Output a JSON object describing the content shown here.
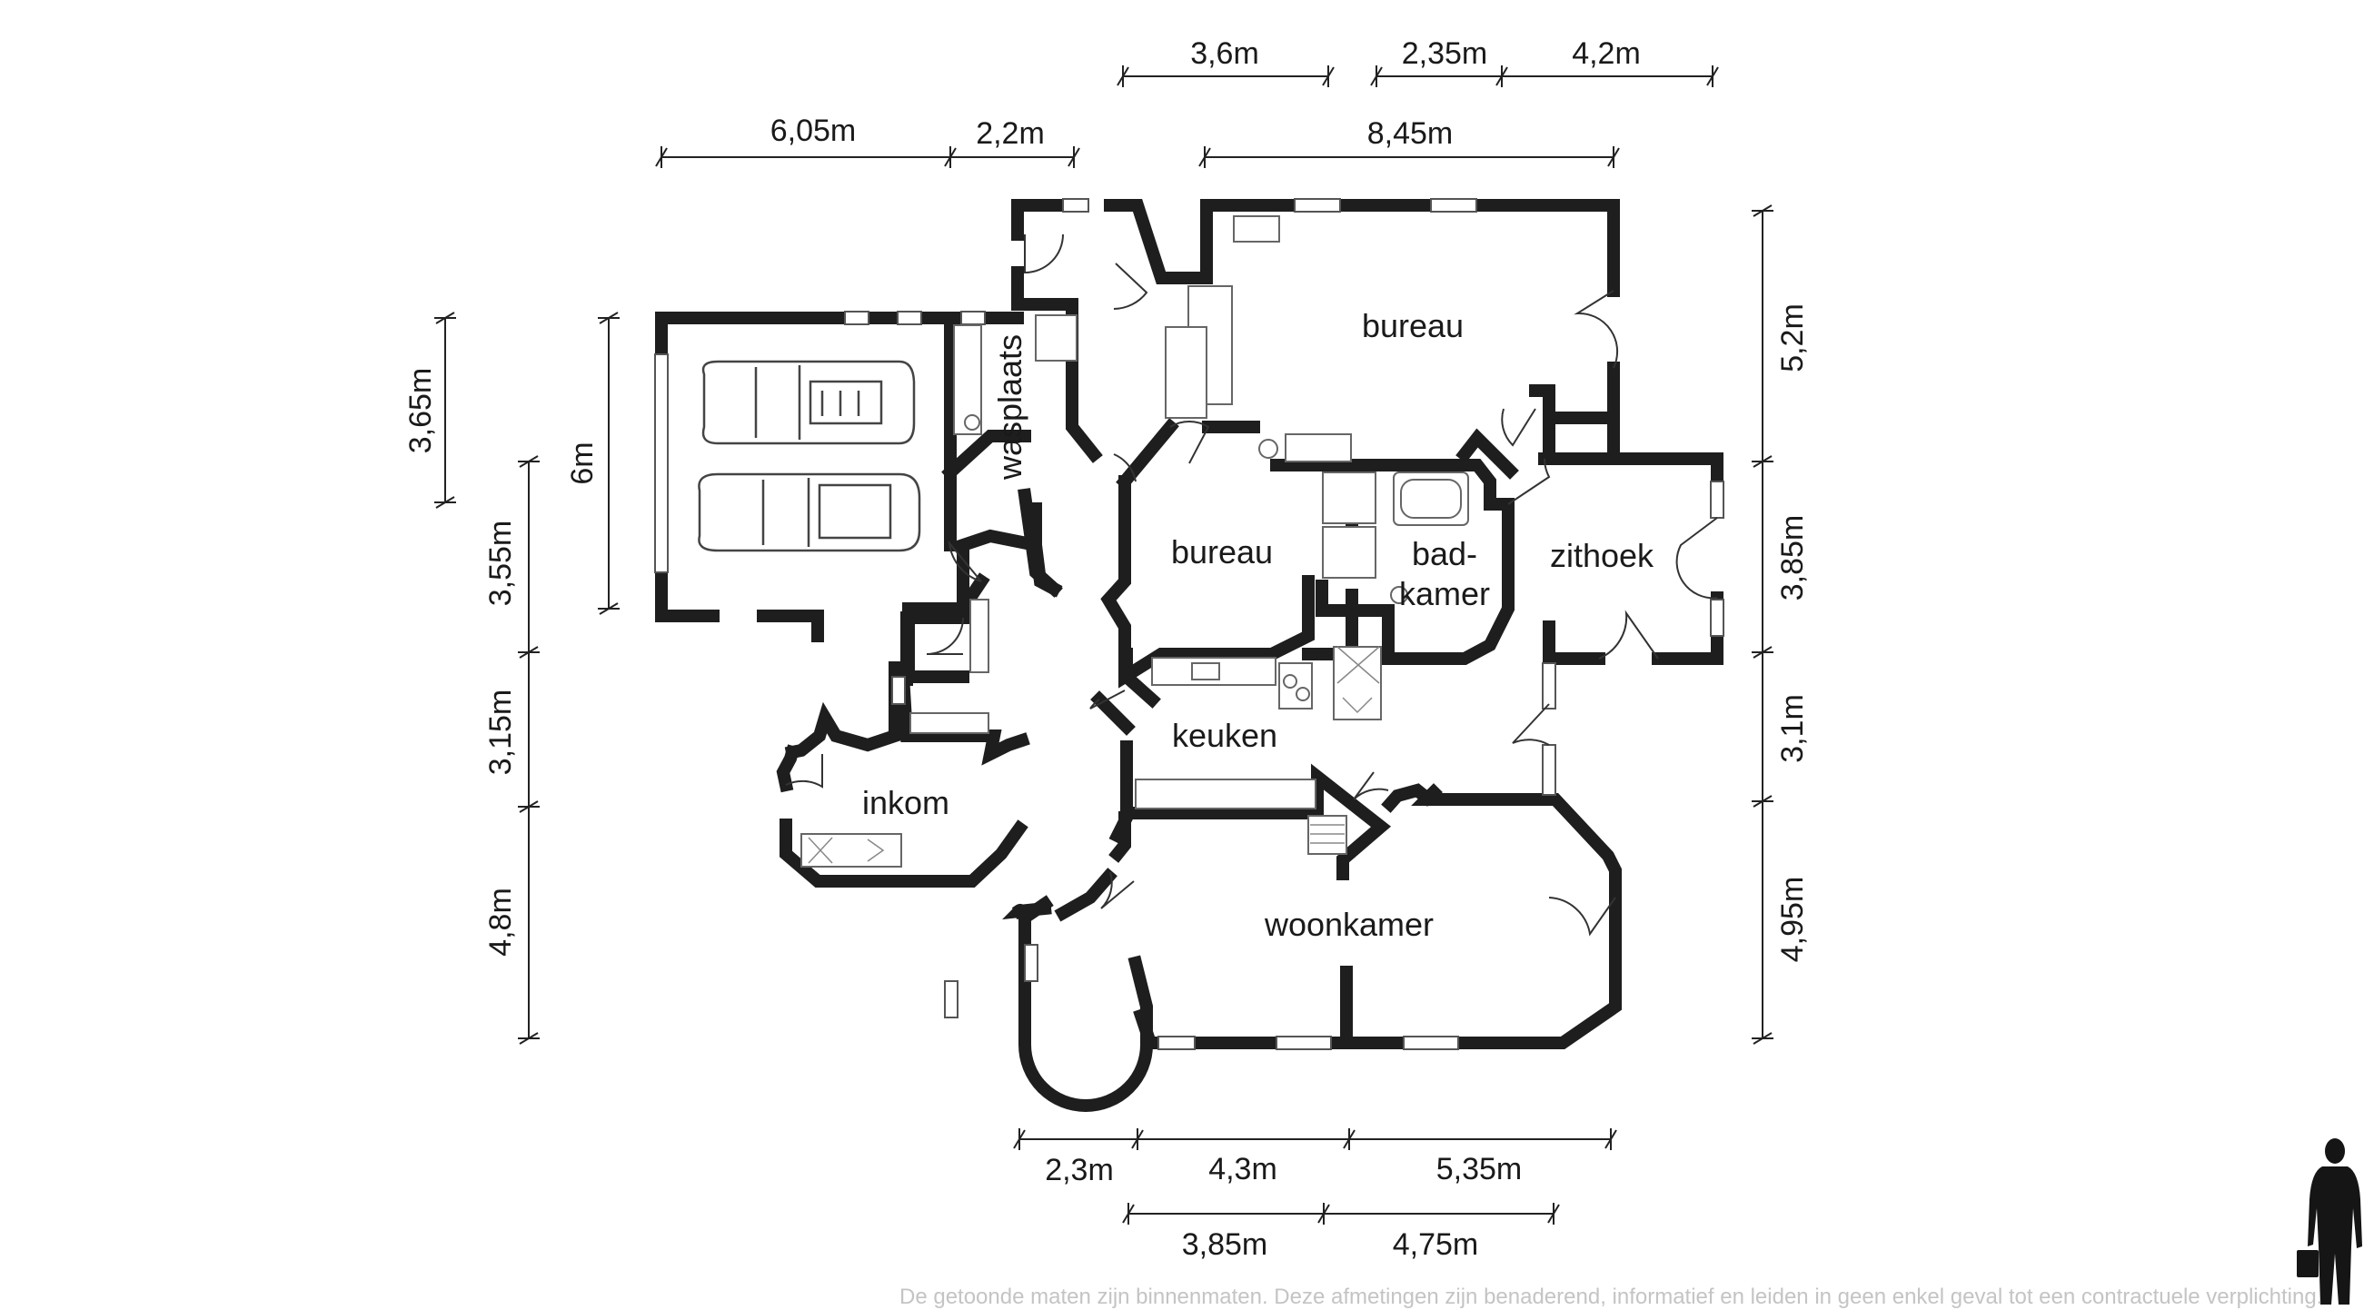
{
  "rooms": {
    "bureau_top": "bureau",
    "wasplaats": "wasplaats",
    "bureau_mid": "bureau",
    "badkamer_line1": "bad-",
    "badkamer_line2": "kamer",
    "zithoek": "zithoek",
    "keuken": "keuken",
    "inkom": "inkom",
    "woonkamer": "woonkamer"
  },
  "dimensions": {
    "top_row1": [
      "3,6m",
      "2,35m",
      "4,2m"
    ],
    "top_row2": [
      "6,05m",
      "2,2m",
      "8,45m"
    ],
    "left_outer": [
      "3,65m",
      "3,55m",
      "3,15m",
      "4,8m"
    ],
    "left_inner": "6m",
    "right": [
      "5,2m",
      "3,85m",
      "3,1m",
      "4,95m"
    ],
    "bottom_row1": [
      "2,3m",
      "4,3m",
      "5,35m"
    ],
    "bottom_row2": [
      "3,85m",
      "4,75m"
    ]
  },
  "disclaimer": "De getoonde maten zijn binnenmaten. Deze afmetingen zijn benaderend, informatief en leiden in geen enkel geval tot een contractuele verplichting."
}
